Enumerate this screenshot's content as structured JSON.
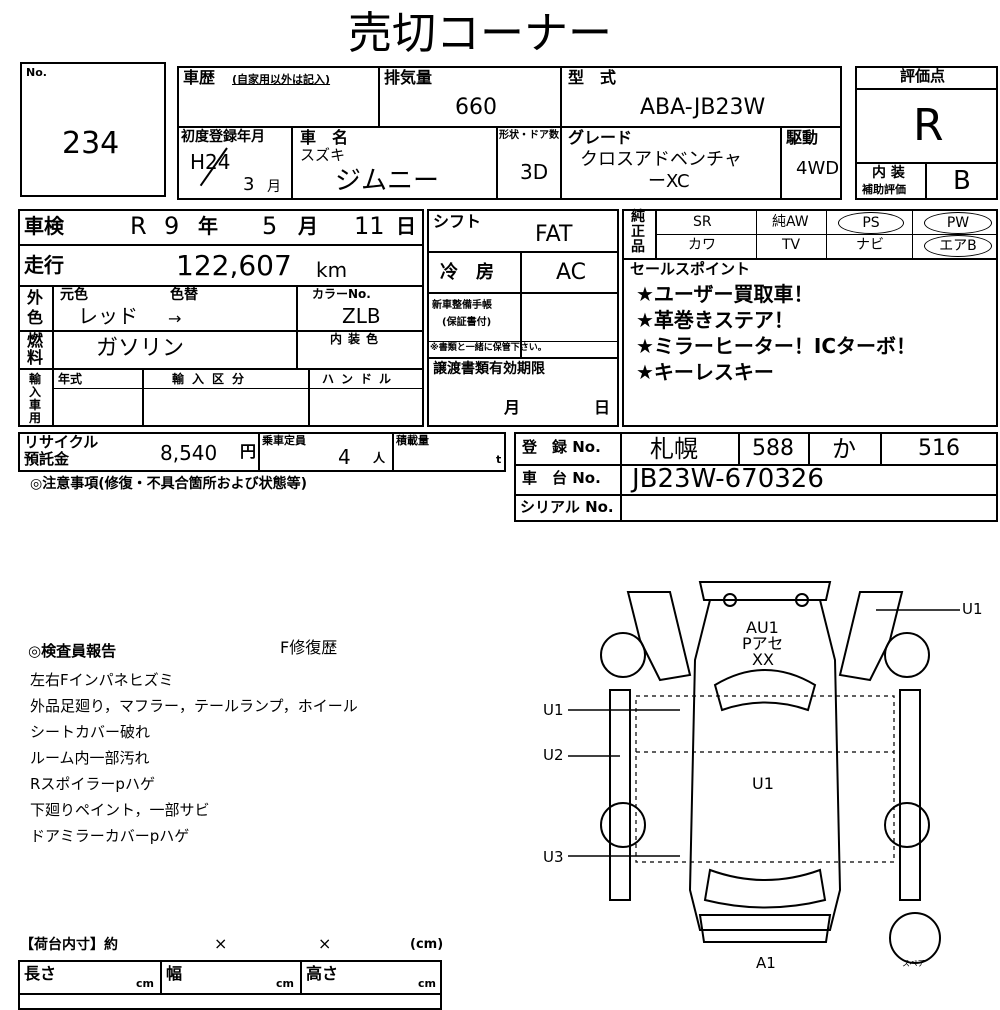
{
  "title": "売切コーナー",
  "no": {
    "label": "No.",
    "value": "234"
  },
  "history": {
    "label": "車歴",
    "note": "(自家用以外は記入)"
  },
  "displacement": {
    "label": "排気量",
    "value": "660"
  },
  "model": {
    "label": "型　式",
    "value": "ABA-JB23W"
  },
  "evaluation": {
    "label": "評価点",
    "value": "R",
    "interior_label_1": "内 装",
    "interior_label_2": "補助評価",
    "interior_value": "B"
  },
  "first_reg": {
    "label": "初度登録年月",
    "era_year": "H24",
    "month": "3",
    "month_unit": "月"
  },
  "car_name": {
    "label": "車　名",
    "maker": "スズキ",
    "name": "ジムニー"
  },
  "shape": {
    "label": "形状・ドア数",
    "value": "3D"
  },
  "grade": {
    "label": "グレード",
    "line1": "クロスアドベンチャ",
    "line2": "ーXC"
  },
  "drive": {
    "label": "駆動",
    "value": "4WD"
  },
  "inspection": {
    "label": "車検",
    "era": "R",
    "year": "9",
    "year_unit": "年",
    "month": "5",
    "month_unit": "月",
    "day": "11",
    "day_unit": "日"
  },
  "mileage": {
    "label": "走行",
    "value": "122,607",
    "unit": "km"
  },
  "color": {
    "label1": "外",
    "label2": "色",
    "orig_label": "元色",
    "change_label": "色替",
    "orig_value": "レッド",
    "arrow": "→",
    "code_label": "カラーNo.",
    "code_value": "ZLB"
  },
  "fuel": {
    "label1": "燃",
    "label2": "料",
    "value": "ガソリン",
    "interior_color_label": "内装色"
  },
  "import": {
    "label1": "輸",
    "label2": "入",
    "label3": "車",
    "label4": "用",
    "year_label": "年式",
    "type_label": "輸入区分",
    "handle_label": "ハンドル"
  },
  "shift": {
    "label": "シフト",
    "value": "FAT"
  },
  "aircon": {
    "label": "冷　房",
    "value": "AC"
  },
  "maintenance": {
    "label1": "新車整備手帳",
    "label2": "(保証書付)",
    "note": "※書類と一緒に保管下さい。"
  },
  "transfer": {
    "label": "譲渡書類有効期限",
    "month_unit": "月",
    "day_unit": "日"
  },
  "genuine": {
    "label1": "純",
    "label2": "正",
    "label3": "品",
    "items": [
      "SR",
      "純AW",
      "PS",
      "PW",
      "カワ",
      "TV",
      "ナビ",
      "エアB"
    ]
  },
  "sales_points": {
    "label": "セールスポイント",
    "items": [
      "★ユーザー買取車！",
      "★革巻きステア！",
      "★ミラーヒーター！ICターボ！",
      "★キーレスキー"
    ]
  },
  "recycle": {
    "label1": "リサイクル",
    "label2": "預託金",
    "value": "8,540",
    "unit": "円"
  },
  "capacity": {
    "label": "乗車定員",
    "value": "4",
    "unit": "人"
  },
  "load": {
    "label": "積載量",
    "unit": "t"
  },
  "registration": {
    "label": "登　録 No.",
    "place": "札幌",
    "class": "588",
    "kana": "か",
    "number": "516"
  },
  "chassis": {
    "label": "車　台 No.",
    "value": "JB23W-670326"
  },
  "serial": {
    "label": "シリアル No."
  },
  "notes": {
    "label": "◎注意事項(修復・不具合箇所および状態等)"
  },
  "inspector": {
    "label": "◎検査員報告",
    "repair": "F修復歴",
    "items": [
      "左右Fインパネヒズミ",
      "外品足廻り，マフラー，テールランプ，ホイール",
      "シートカバー破れ",
      "ルーム内一部汚れ",
      "Rスポイラーpハゲ",
      "下廻りペイント，一部サビ",
      "ドアミラーカバーpハゲ"
    ]
  },
  "diagram": {
    "marks": [
      "U1",
      "AU1",
      "Pアセ",
      "XX",
      "U1",
      "U2",
      "U1",
      "U3",
      "A1"
    ],
    "spare_label": "スペア"
  },
  "cargo": {
    "label": "【荷台内寸】約",
    "x1": "×",
    "x2": "×",
    "unit": "(cm)",
    "length": "長さ",
    "width": "幅",
    "height": "高さ",
    "cm": "cm"
  }
}
